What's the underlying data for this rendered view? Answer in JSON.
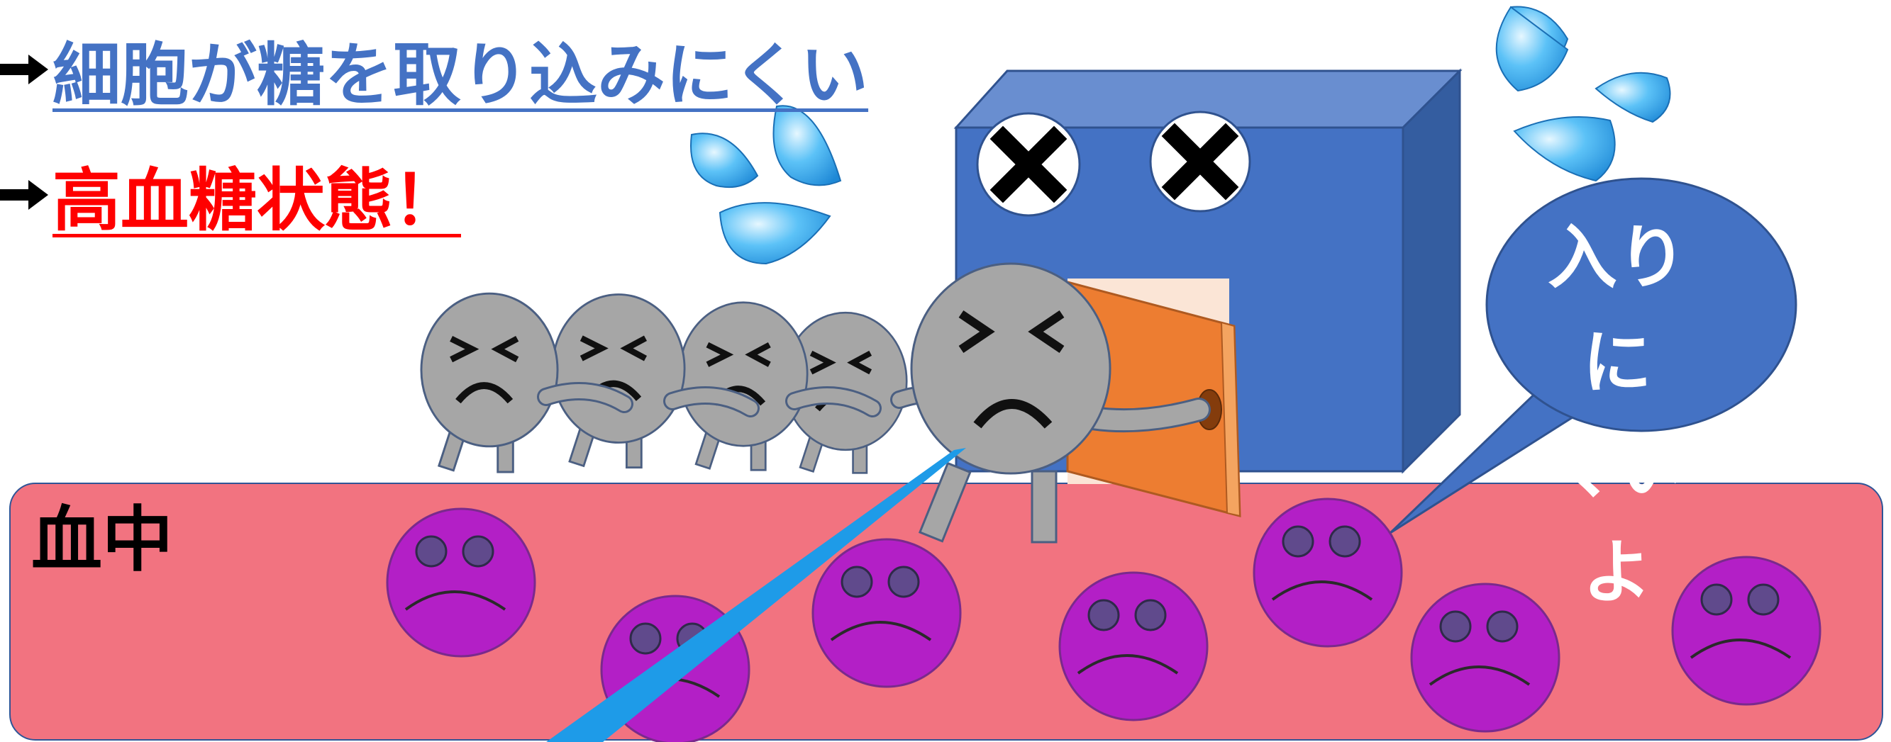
{
  "headline_1": "細胞が糖を取り込みにくい",
  "headline_2": "高血糖状態！",
  "speech_bubble": {
    "line1": "入りに",
    "line2": "くいよ"
  },
  "blood_label": "血中",
  "icons": {
    "arrow": "right-arrow-icon",
    "sweat": "sweat-drops-icon",
    "x_eyes": "x-mark-icon"
  },
  "colors": {
    "headline_1": "#4472c4",
    "headline_2": "#ff0000",
    "blood_band": "#f27380",
    "cell_box": "#4472c4",
    "door": "#ed7d31",
    "glucose_character": "#a6a6a6",
    "sad_faces": "#b31fc6",
    "sweat_drops": "#3fa8ee"
  }
}
